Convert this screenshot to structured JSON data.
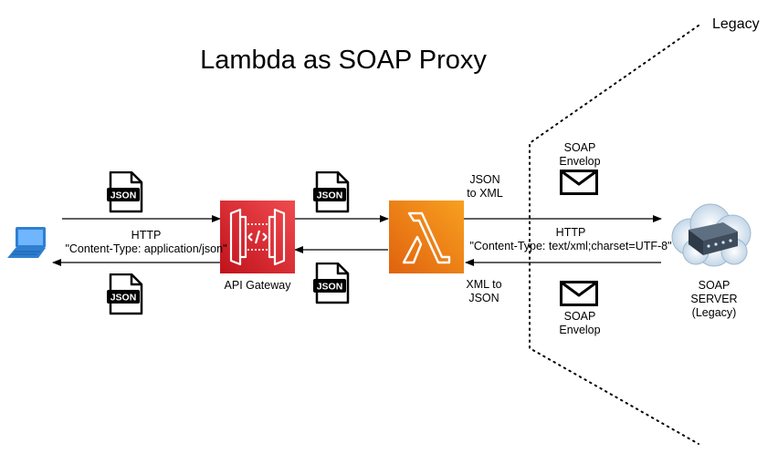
{
  "title": "Lambda as SOAP Proxy",
  "legacy_zone_label": "Legacy",
  "json_badge": "JSON",
  "client": {
    "icon": "laptop-icon"
  },
  "client_http": {
    "protocol": "HTTP",
    "content_type": "\"Content-Type: application/json\""
  },
  "api_gateway": {
    "label": "API Gateway",
    "icon": "api-gateway-icon",
    "color": "#e7353a"
  },
  "lambda": {
    "icon": "lambda-icon",
    "color": "#f08020"
  },
  "conversion": {
    "request": "JSON\nto XML",
    "response": "XML to\nJSON"
  },
  "soap_http": {
    "protocol": "HTTP",
    "content_type": "\"Content-Type: text/xml;charset=UTF-8\""
  },
  "soap_envelope_top": "SOAP\nEnvelop",
  "soap_envelope_bottom": "SOAP\nEnvelop",
  "soap_server": {
    "label": "SOAP\nSERVER\n(Legacy)",
    "icon": "server-cloud-icon"
  }
}
